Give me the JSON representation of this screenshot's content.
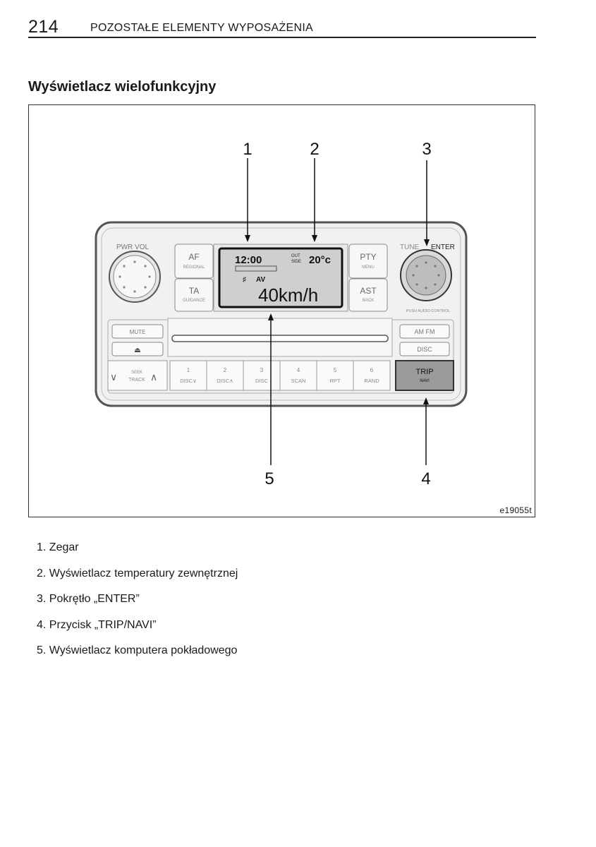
{
  "header": {
    "page_number": "214",
    "chapter": "POZOSTAŁE ELEMENTY WYPOSAŻENIA"
  },
  "section_title": "Wyświetlacz wielofunkcyjny",
  "figure": {
    "code": "e19055t",
    "callouts": [
      "1",
      "2",
      "3",
      "4",
      "5"
    ],
    "radio": {
      "pwr_vol": "PWR VOL",
      "af": "AF",
      "af_sub": "REGIONAL",
      "ta": "TA",
      "ta_sub": "GUIDANCE",
      "pty": "PTY",
      "pty_sub": "MENU",
      "ast": "AST",
      "ast_sub": "BACK",
      "tune": "TUNE",
      "enter": "ENTER",
      "knob_caption": "PUSH AUDIO CONTROL",
      "mute": "MUTE",
      "eject": "⏏",
      "am_fm": "AM FM",
      "disc": "DISC",
      "seek": "SEEK",
      "track": "TRACK",
      "presets": [
        {
          "num": "1",
          "label": "DISC∨"
        },
        {
          "num": "2",
          "label": "DISC∧"
        },
        {
          "num": "3",
          "label": "DISC"
        },
        {
          "num": "4",
          "label": "SCAN"
        },
        {
          "num": "5",
          "label": "RPT"
        },
        {
          "num": "6",
          "label": "RAND"
        }
      ],
      "trip": "TRIP",
      "trip_sub": "NAVI",
      "display": {
        "clock": "12:00",
        "temp_tag_1": "OUT",
        "temp_tag_2": "SIDE",
        "temp": "20°c",
        "av": "AV",
        "speed": "40km/h"
      }
    }
  },
  "legend": [
    "1. Zegar",
    "2. Wyświetlacz temperatury zewnętrznej",
    "3. Pokrętło „ENTER”",
    "4. Przycisk „TRIP/NAVI”",
    "5. Wyświetlacz komputera pokładowego"
  ]
}
